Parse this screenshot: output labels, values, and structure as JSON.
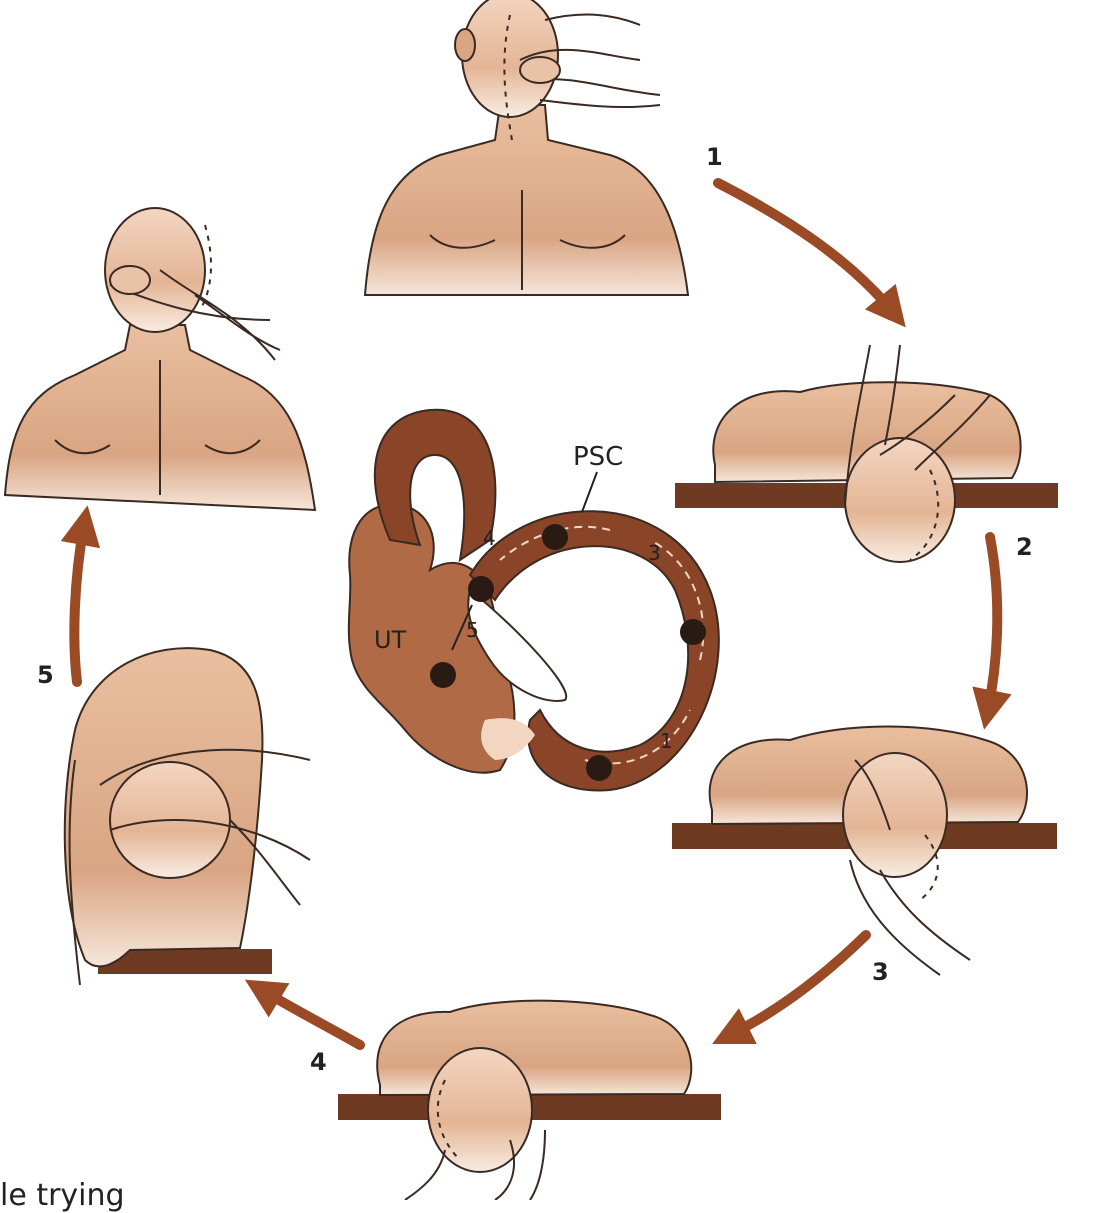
{
  "steps": [
    {
      "label": "1"
    },
    {
      "label": "2"
    },
    {
      "label": "3"
    },
    {
      "label": "4"
    },
    {
      "label": "5"
    }
  ],
  "canal": {
    "canal_label": "PSC",
    "utricle_label": "UT",
    "path_numbers": [
      "1",
      "3",
      "4",
      "5"
    ]
  },
  "footer_text": "le  trying",
  "colors": {
    "arrow": "#9a4a25",
    "skin": "#e4b595",
    "skin_dark": "#c98f6c",
    "table": "#6e3a22",
    "canal": "#8a4428",
    "canal_light": "#b06a45",
    "otolith": "#2a1a14",
    "outline": "#3a2a22"
  }
}
